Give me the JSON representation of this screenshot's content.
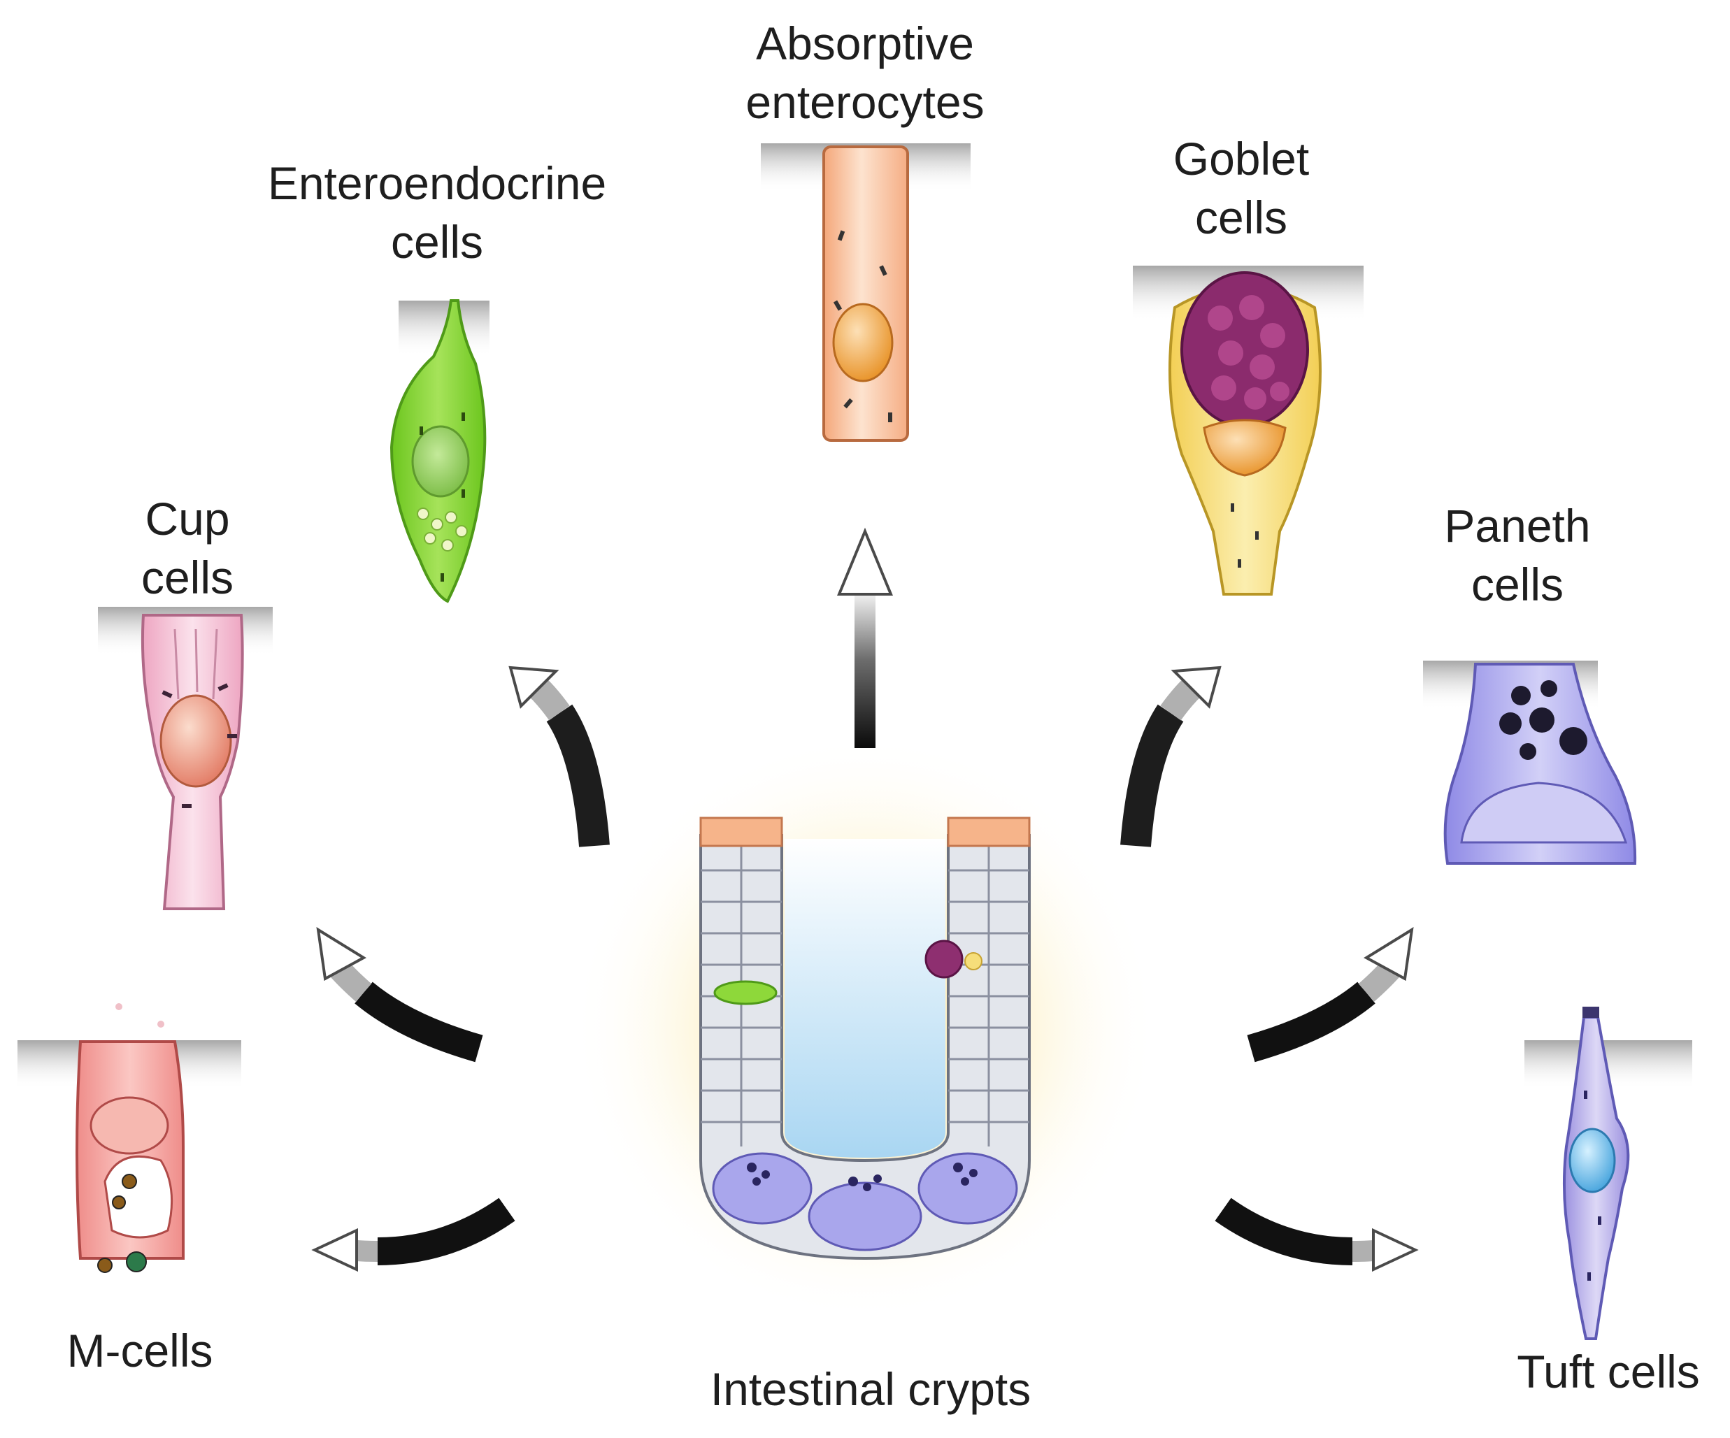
{
  "diagram": {
    "center": {
      "label": "Intestinal crypts"
    },
    "cells": [
      {
        "id": "absorptive",
        "lines": [
          "Absorptive",
          "enterocytes"
        ],
        "color": "#f6b48a",
        "icon": "absorptive-enterocyte-cell"
      },
      {
        "id": "enteroendocrine",
        "lines": [
          "Enteroendocrine",
          "cells"
        ],
        "color": "#8ed83a",
        "icon": "enteroendocrine-cell"
      },
      {
        "id": "goblet",
        "lines": [
          "Goblet",
          "cells"
        ],
        "color": "#f6de7a",
        "icon": "goblet-cell"
      },
      {
        "id": "cup",
        "lines": [
          "Cup",
          "cells"
        ],
        "color": "#f2bcd0",
        "icon": "cup-cell"
      },
      {
        "id": "paneth",
        "lines": [
          "Paneth",
          "cells"
        ],
        "color": "#a9a6ec",
        "icon": "paneth-cell"
      },
      {
        "id": "m",
        "lines": [
          "M-cells"
        ],
        "color": "#f49c98",
        "icon": "m-cell"
      },
      {
        "id": "tuft",
        "lines": [
          "Tuft cells"
        ],
        "color": "#b0a6e6",
        "icon": "tuft-cell"
      }
    ]
  }
}
